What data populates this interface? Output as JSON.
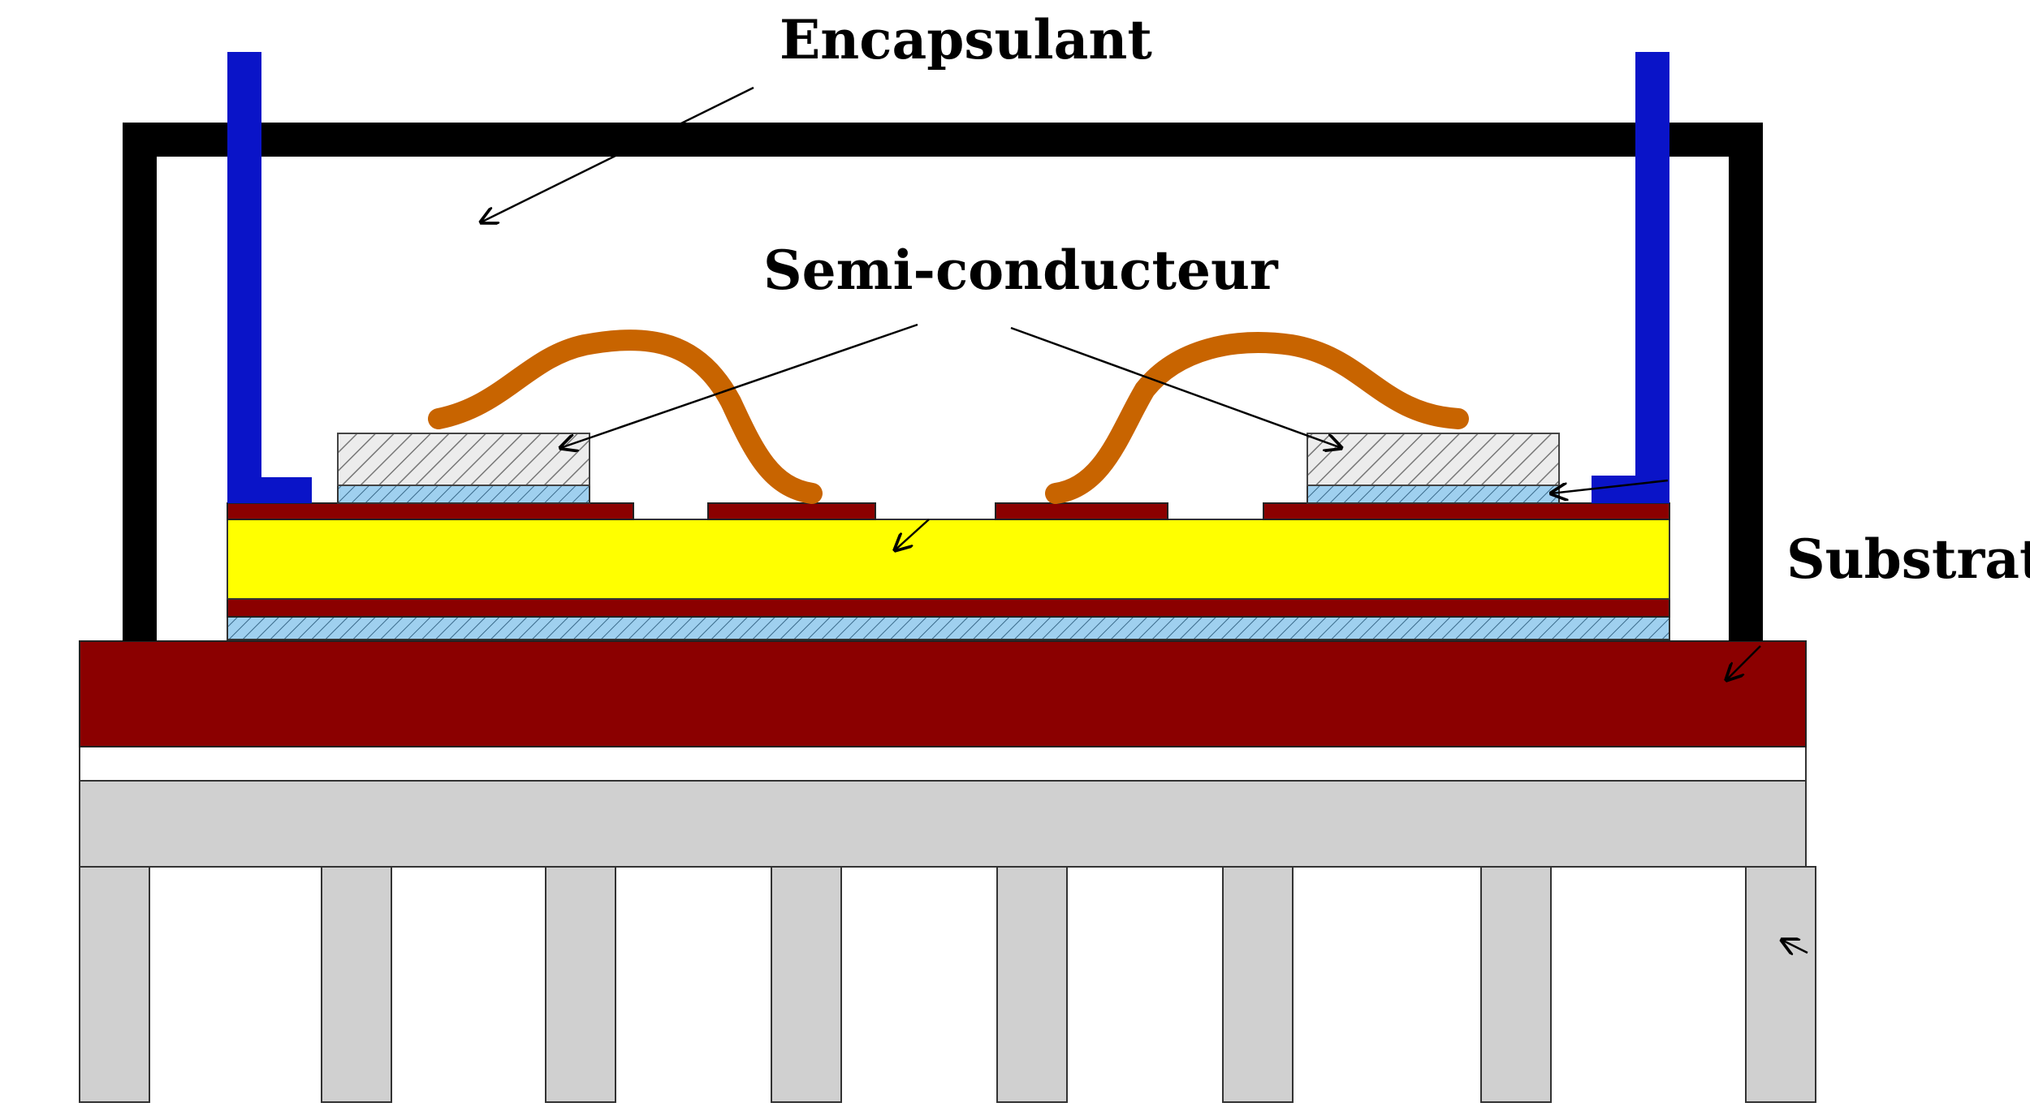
{
  "labels": {
    "encapsulant": "Encapsulant",
    "semiconducteur": "Semi-conducteur",
    "substrat": "Substrat"
  },
  "colors": {
    "frame": "#000000",
    "terminal": "#0a14c8",
    "bond_wire": "#c86400",
    "copper": "#8b0000",
    "ceramic": "#ffff00",
    "solder": "#9fd0ef",
    "chip": "#e4e4e4",
    "heatsink": "#d0d0d0",
    "thermal_interface": "#ffffff",
    "arrow": "#000000"
  }
}
